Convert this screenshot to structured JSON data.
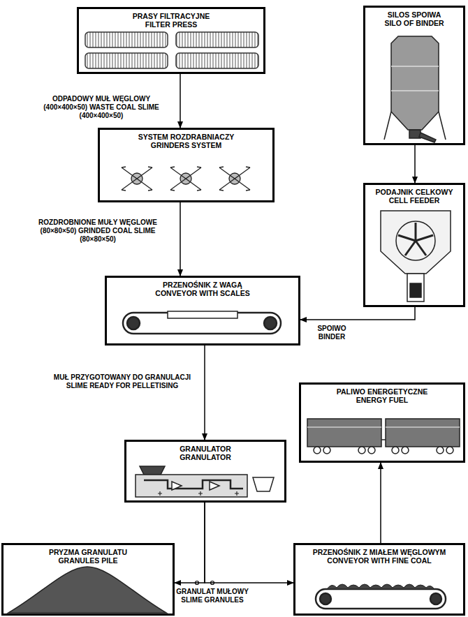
{
  "diagram": {
    "nodes": [
      {
        "text": [
          "PRASY FILTRACYJNE",
          "FILTER PRESS"
        ]
      },
      {
        "text": [
          "SILOS SPOIWA",
          "SILO OF BINDER"
        ]
      },
      {
        "text": [
          "SYSTEM ROZDRABNIACZY",
          "GRINDERS SYSTEM"
        ]
      },
      {
        "text": [
          "PODAJNIK CELKOWY",
          "CELL FEEDER"
        ]
      },
      {
        "text": [
          "PRZENOŚNIK Z WAGĄ",
          "CONVEYOR WITH SCALES"
        ]
      },
      {
        "text": [
          "PALIWO ENERGETYCZNE",
          "ENERGY FUEL"
        ]
      },
      {
        "text": [
          "GRANULATOR",
          "GRANULATOR"
        ]
      },
      {
        "text": [
          "PRYZMA GRANULATU",
          "GRANULES PILE"
        ]
      },
      {
        "text": [
          "PRZENOŚNIK Z MIAŁEM WĘGLOWYM",
          "CONVEYOR WITH FINE COAL"
        ]
      }
    ],
    "edges": [
      {
        "from": 0,
        "to": 2,
        "arrow": "to",
        "label": "ODPADOWY MUŁ WĘGLOWY (400×400×50) WASTE COAL SLIME (400×400×50)"
      },
      {
        "from": 1,
        "to": 3,
        "arrow": "to"
      },
      {
        "from": 2,
        "to": 4,
        "arrow": "to",
        "label": "ROZDROBNIONE MUŁY WĘGLOWE (80×80×50) GRINDED COAL SLIME (80×80×50)"
      },
      {
        "from": 3,
        "to": 4,
        "arrow": "to",
        "label": "SPOIWO BINDER"
      },
      {
        "from": 4,
        "to": 6,
        "arrow": "to",
        "label": "MUŁ PRZYGOTOWANY DO GRANULACJI SLIME READY FOR PELLETISING"
      },
      {
        "from": 6,
        "to": 7,
        "arrow": "to"
      },
      {
        "from": 6,
        "to": 8,
        "arrow": "to",
        "label": "GRANULAT MUŁOWY SLIME GRANULES"
      },
      {
        "from": 8,
        "to": 5,
        "arrow": "to"
      }
    ]
  }
}
